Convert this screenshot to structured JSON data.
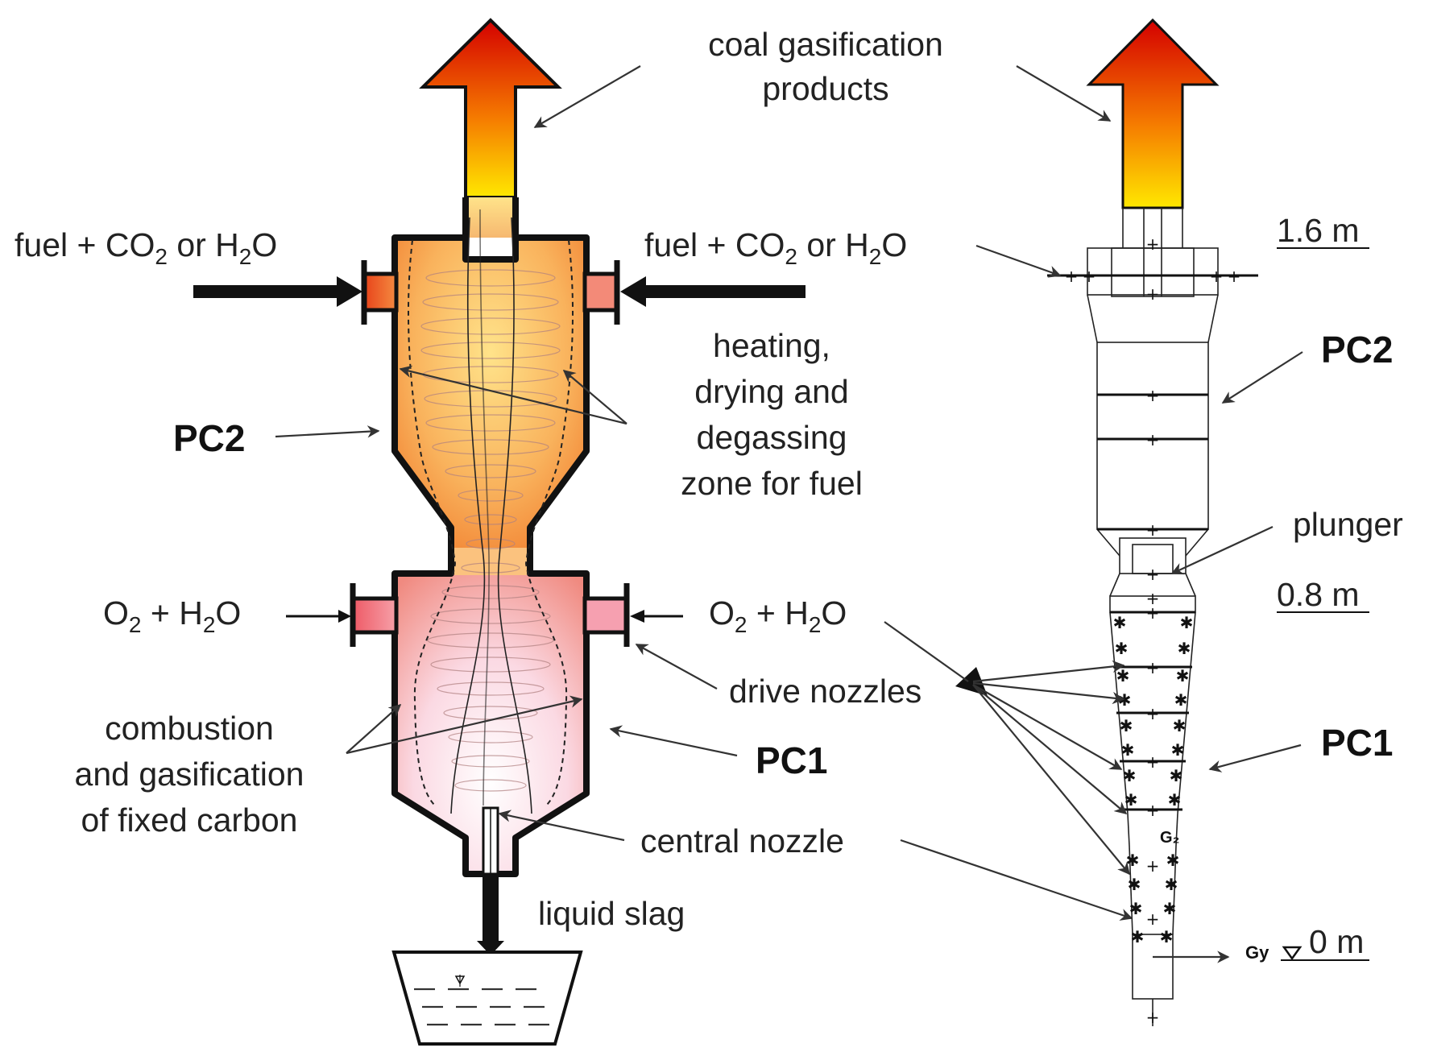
{
  "labels": {
    "products_line1": "coal gasification",
    "products_line2": "products",
    "fuel_main": "fuel + CO",
    "sub2": "2",
    "or_h": " or H",
    "o_tail": "O",
    "o2": "O",
    "plus_h": " + H",
    "heating_1": "heating,",
    "heating_2": "drying and",
    "heating_3": "degassing",
    "heating_4": "zone for fuel",
    "pc2": "PC2",
    "pc1": "PC1",
    "drive_nozzles": "drive nozzles",
    "combustion_1": "combustion",
    "combustion_2": "and gasification",
    "combustion_3": "of fixed carbon",
    "central_nozzle": "central nozzle",
    "liquid_slag": "liquid slag",
    "plunger": "plunger",
    "h16": "1.6 m",
    "h08": "0.8 m",
    "h0": "0 m",
    "gy": "Gy",
    "g2": "G₂"
  },
  "colors": {
    "arrow_top": "#d40000",
    "arrow_mid": "#f57a00",
    "arrow_bottom": "#ffe800",
    "hot_top": "#f07a20",
    "hot_mid": "#ffd87a",
    "warm_bottom": "#f4a9c0",
    "outline": "#111111"
  }
}
